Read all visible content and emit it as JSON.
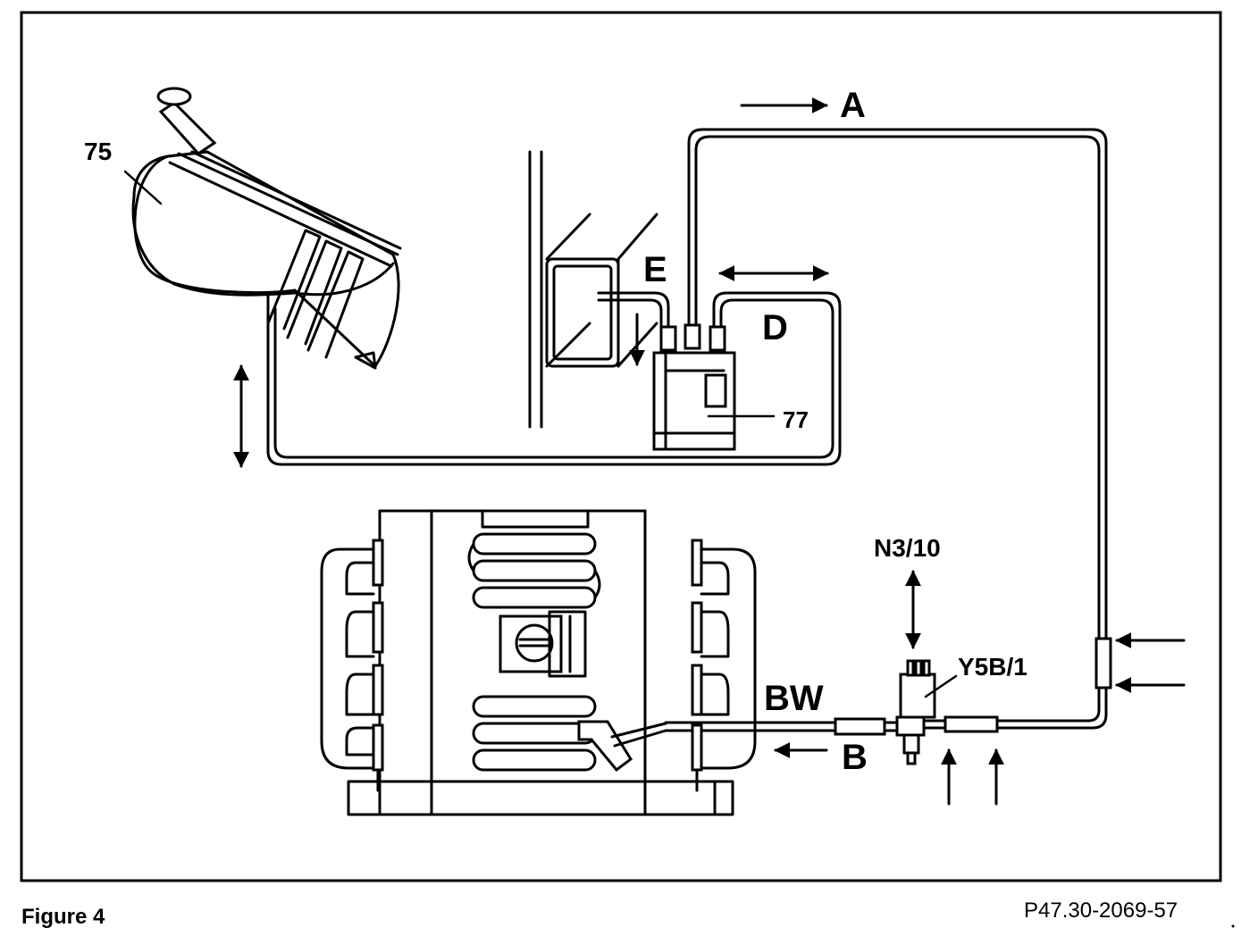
{
  "labels": {
    "tank": "75",
    "valve": "77",
    "line_a": "A",
    "line_b": "B",
    "line_d": "D",
    "line_e": "E",
    "bw": "BW",
    "module": "N3/10",
    "solenoid": "Y5B/1"
  },
  "footer": {
    "figure": "Figure 4",
    "code": "P47.30-2069-57"
  }
}
